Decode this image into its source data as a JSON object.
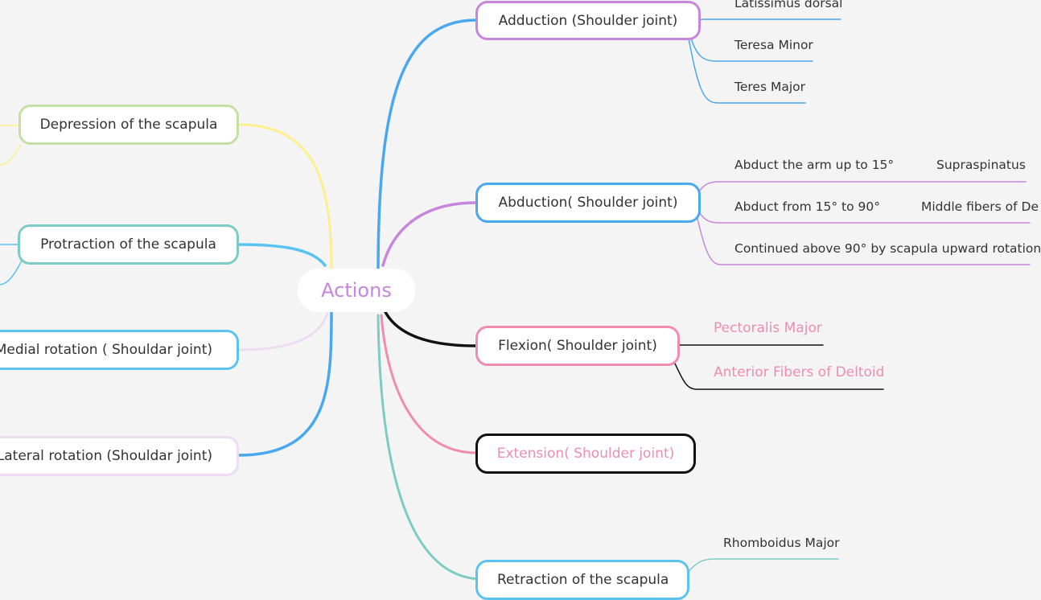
{
  "root": {
    "label": "Actions"
  },
  "right": {
    "adduction": {
      "label": "Adduction (Shoulder joint)",
      "items": [
        "Latissimus dorsal",
        "Teresa Minor",
        "Teres Major"
      ]
    },
    "abduction": {
      "label": "Abduction( Shoulder joint)",
      "items": [
        {
          "text": "Abduct the arm up to 15°",
          "muscle": "Supraspinatus"
        },
        {
          "text": "Abduct from 15° to 90°",
          "muscle": "Middle fibers of De"
        },
        {
          "text": "Continued above 90° by scapula upward rotation",
          "muscle": ""
        }
      ]
    },
    "flexion": {
      "label": "Flexion( Shoulder joint)",
      "items": [
        "Pectoralis Major",
        "Anterior Fibers of Deltoid"
      ]
    },
    "extension": {
      "label": "Extension( Shoulder joint)"
    },
    "retraction": {
      "label": "Retraction of the scapula",
      "items": [
        "Rhomboidus Major"
      ]
    }
  },
  "left": {
    "depression": {
      "label": "Depression of the scapula"
    },
    "protraction": {
      "label": "Protraction of the scapula"
    },
    "medial_rotation": {
      "label": "Medial rotation ( Shouldar joint)"
    },
    "lateral_rotation": {
      "label": "Lateral rotation (Shouldar joint)"
    }
  },
  "colors": {
    "background": "#f4f4f4",
    "blue": "#4aa8ee",
    "purple": "#c686dc",
    "black": "#111111",
    "pink": "#f08cb0",
    "teal": "#7ecbc6",
    "yellow": "#fdf08c",
    "green": "#c4e0a4",
    "lavender": "#eedcf2",
    "sky": "#5bc3f0"
  }
}
